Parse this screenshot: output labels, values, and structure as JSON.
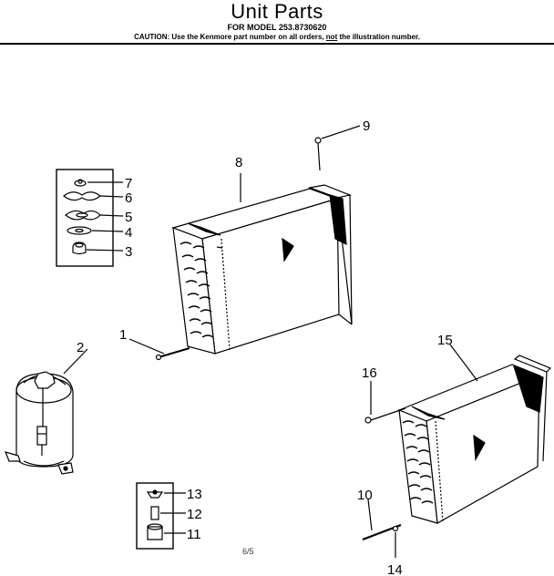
{
  "header": {
    "title": "Unit Parts",
    "model_line": "FOR MODEL 253.8730620",
    "caution_prefix": "CAUTION: Use the Kenmore part number on all orders,",
    "caution_not": "not",
    "caution_suffix": "the illustration number."
  },
  "callouts": {
    "c1": "1",
    "c2": "2",
    "c3": "3",
    "c4": "4",
    "c5": "5",
    "c6": "6",
    "c7": "7",
    "c8": "8",
    "c9": "9",
    "c10": "10",
    "c11": "11",
    "c12": "12",
    "c13": "13",
    "c14": "14",
    "c15": "15",
    "c16": "16"
  },
  "footer": {
    "page_number": "6/5"
  }
}
